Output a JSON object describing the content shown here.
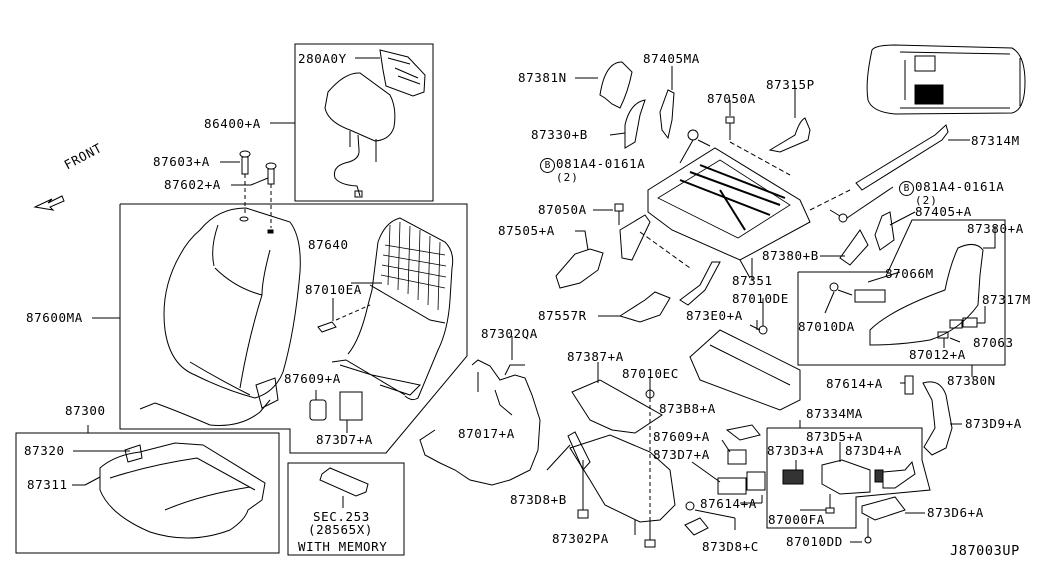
{
  "diagram": {
    "title": "Front seat parts diagram",
    "reference_code": "J87003UP",
    "direction_label": "FRONT",
    "bolt_marker": "B",
    "callouts": {
      "headrest_assembly": "86400+A",
      "headrest_module": "280A0Y",
      "headrest_guide_lock": "87603+A",
      "headrest_guide_free": "87602+A",
      "back_trim": "87600MA",
      "back_frame": "87640",
      "back_frame_bolt": "87010EA",
      "back_cover_clip": "87609+A",
      "back_motor": "873D7+A",
      "cushion_assembly": "87300",
      "cushion_heater_pad": "87320",
      "cushion_pad": "87311",
      "memory_unit_sec": "SEC.253",
      "memory_unit_part": "(28565X)",
      "memory_note": "WITH MEMORY",
      "knee_cover": "87381N",
      "inner_cover_upper": "87405MA",
      "inner_cover_front": "87330+B",
      "bolt_inner": "081A4-0161A",
      "bolt_inner_qty": "(2)",
      "frame_bolt_top": "87050A",
      "slide_cover": "87315P",
      "outer_rail_cover": "87314M",
      "bolt_outer": "081A4-0161A",
      "bolt_outer_qty": "(2)",
      "outer_cover_a": "87405+A",
      "frame_bolt_front": "87050A",
      "leg_cover_front": "87505+A",
      "finisher_b": "87380+B",
      "cushion_frame": "87351",
      "frame_bolt_de": "87010DE",
      "leg_cover_rear": "87557R",
      "lift_bracket": "873E0+A",
      "harness_connector": "87302QA",
      "insulator": "87387+A",
      "insulator_clip": "87010EC",
      "harness_main": "87017+A",
      "seat_motor_bracket": "873B8+A",
      "motor_clip": "87609+A",
      "motor_d7": "873D7+A",
      "link_b": "873D8+B",
      "base_plate": "87302PA",
      "link_c": "873D8+C",
      "knob_cover": "87614+A",
      "power_seat_motor_assembly": "87334MA",
      "motor_d5": "873D5+A",
      "motor_d3": "873D3+A",
      "motor_d4": "873D4+A",
      "motor_bolt": "87000FA",
      "vent_duct": "873D9+A",
      "blower": "873D6+A",
      "blower_bolt": "87010DD",
      "knob_cover_2": "87614+A",
      "outer_finisher_assembly": "87380N",
      "outer_finisher": "87380+A",
      "switch_bracket": "87066M",
      "switch": "87317M",
      "finisher_screw": "87010DA",
      "switch_knob": "87063",
      "switch_clip": "87012+A"
    }
  }
}
